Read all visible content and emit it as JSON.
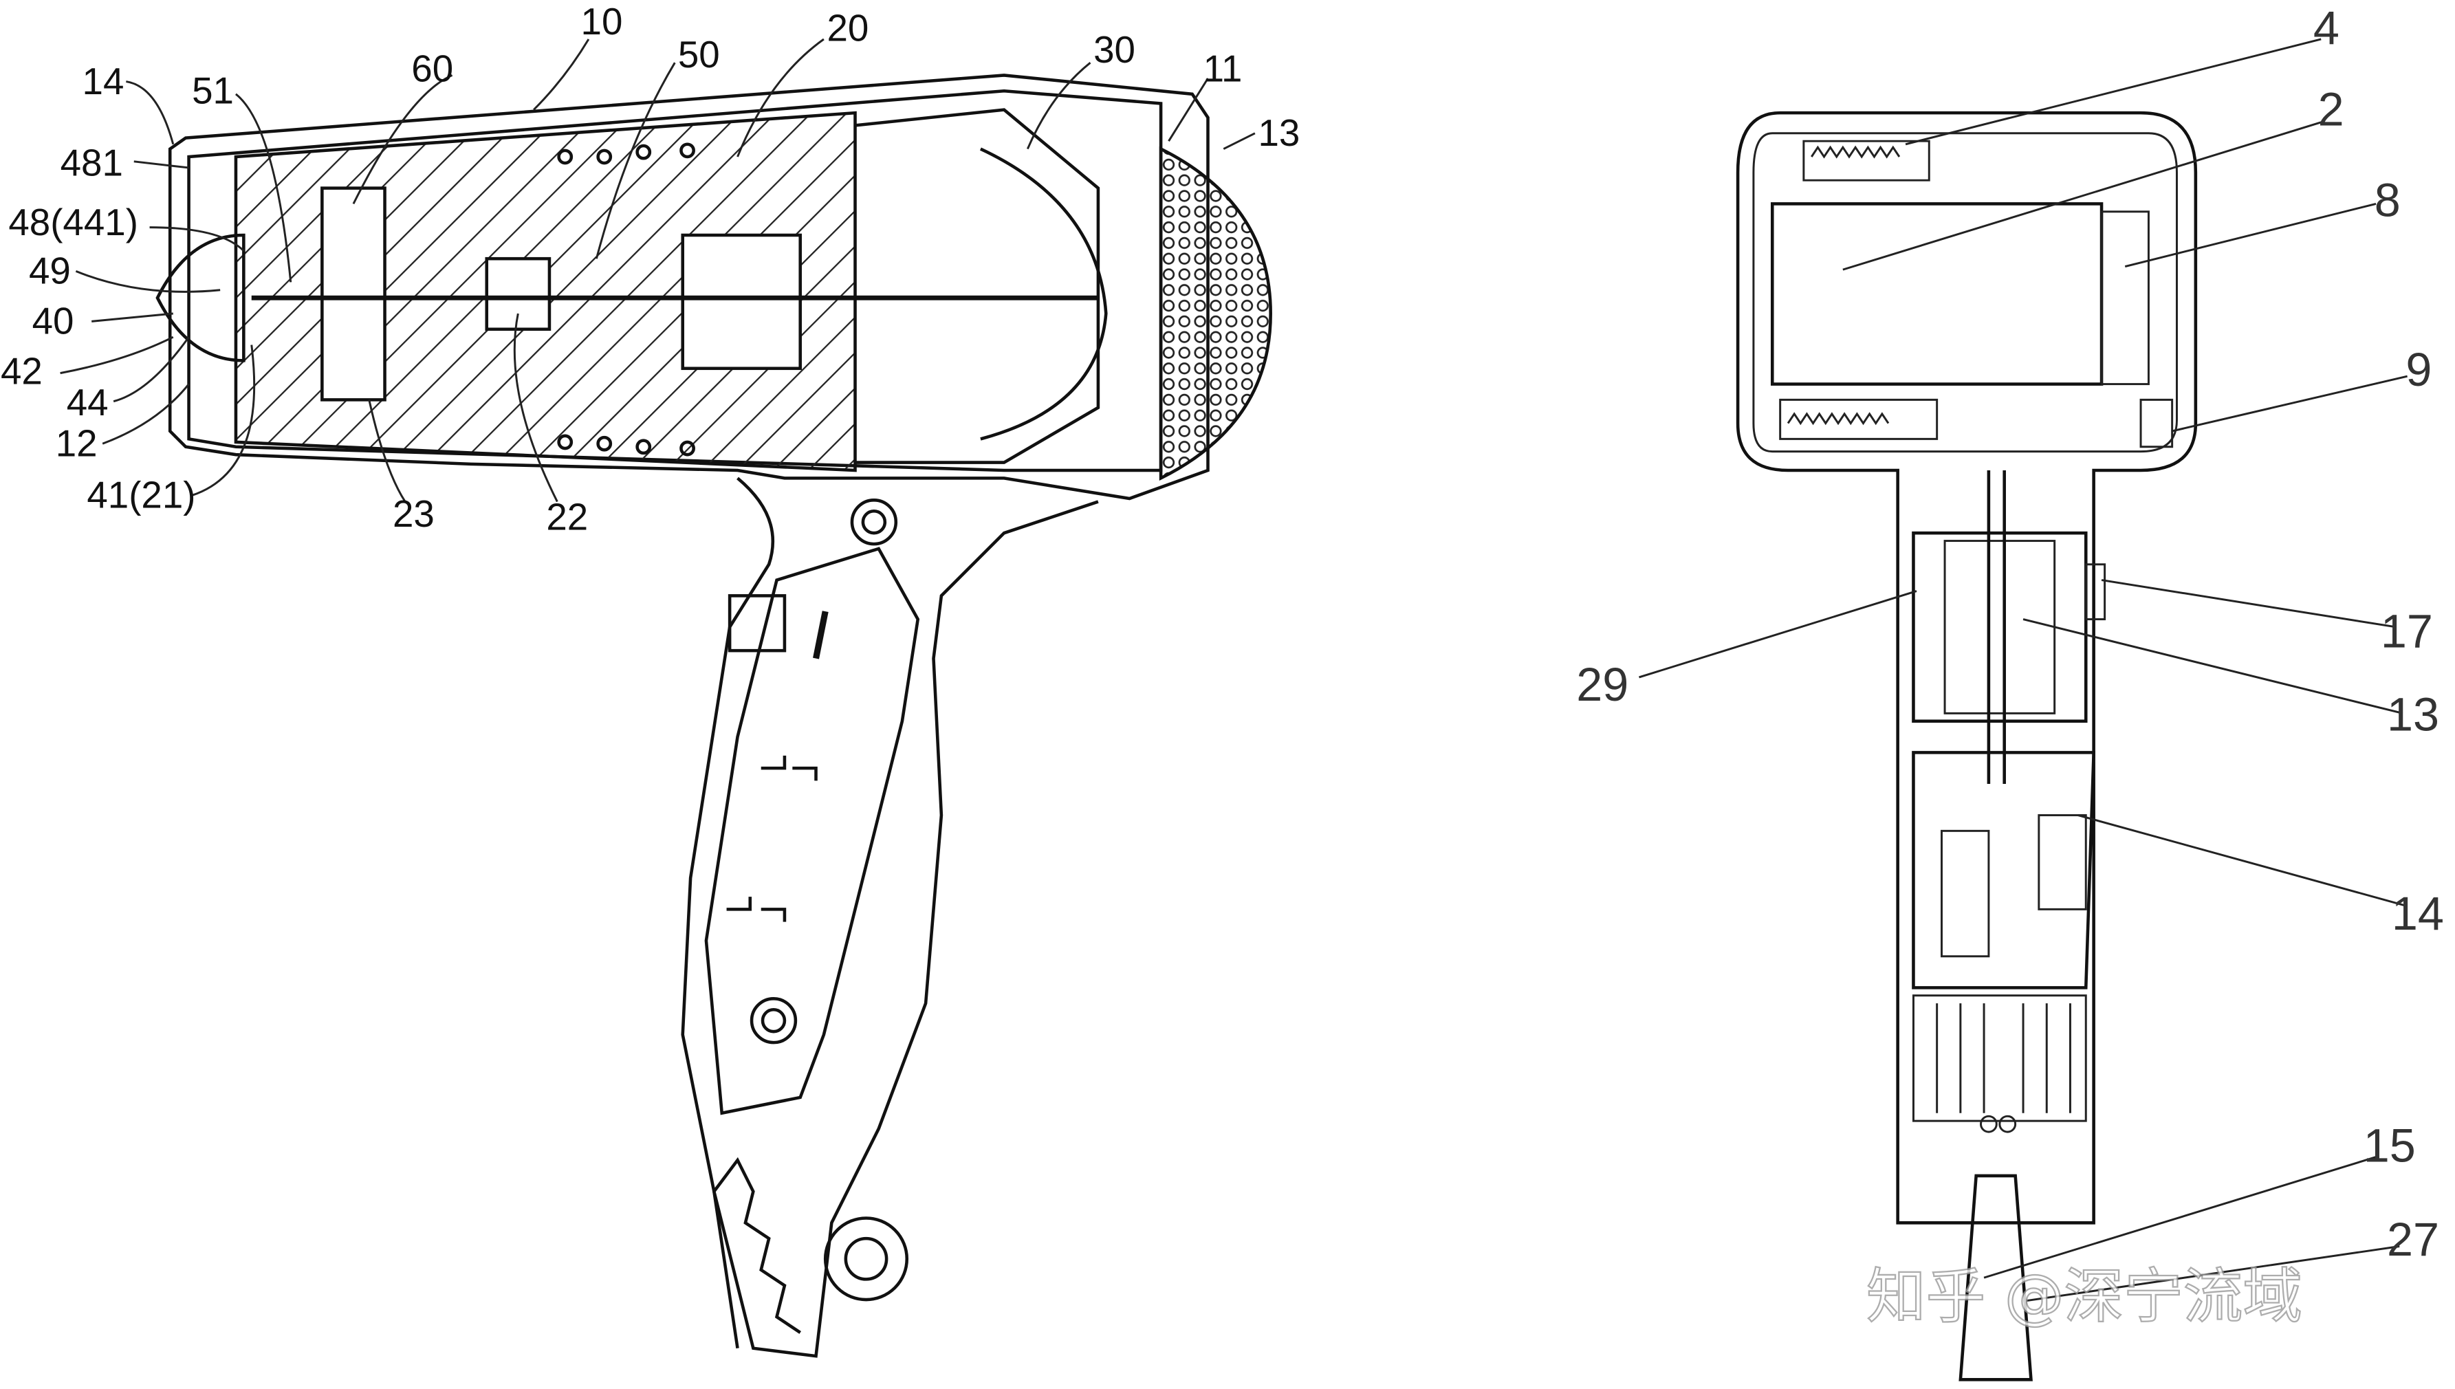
{
  "left_figure": {
    "labels": {
      "l14": "14",
      "l51": "51",
      "l60": "60",
      "l10": "10",
      "l50": "50",
      "l20": "20",
      "l30": "30",
      "l11": "11",
      "l13": "13",
      "l481": "481",
      "l48": "48(441)",
      "l49": "49",
      "l40": "40",
      "l42": "42",
      "l44": "44",
      "l12": "12",
      "l41": "41(21)",
      "l23": "23",
      "l22": "22"
    }
  },
  "right_figure": {
    "labels": {
      "r4": "4",
      "r2": "2",
      "r8": "8",
      "r9": "9",
      "r17": "17",
      "r29": "29",
      "r13": "13",
      "r14": "14",
      "r15": "15",
      "r27": "27"
    }
  },
  "watermark": "知乎 @深宁流域"
}
